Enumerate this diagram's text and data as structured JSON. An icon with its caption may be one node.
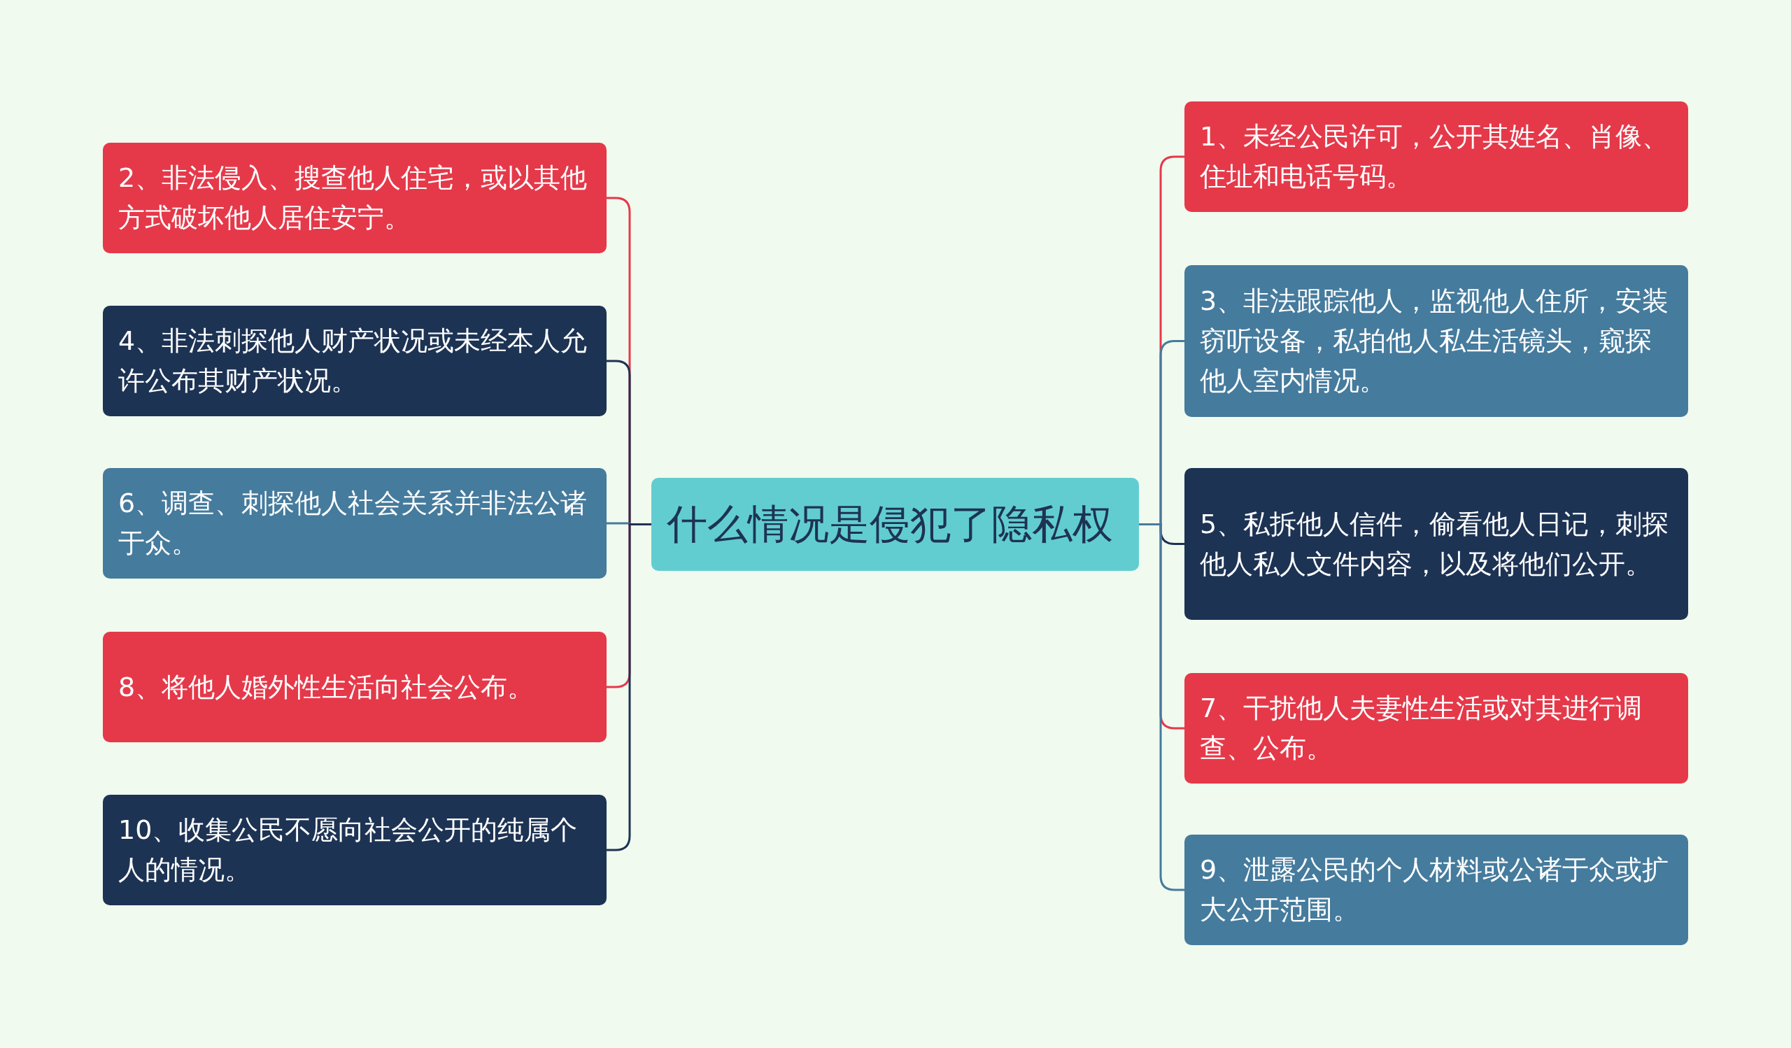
{
  "diagram": {
    "nodes": [
      {
        "text": [
          "什么情况是侵犯了隐私权"
        ]
      },
      {
        "text": [
          "2、非法侵入、搜查他人住宅，或以其他方式破坏他人居住安宁。"
        ]
      },
      {
        "text": [
          "4、非法刺探他人财产状况或未经本人允许公布其财产状况。"
        ]
      },
      {
        "text": [
          "6、调查、刺探他人社会关系并非法公诸于众。"
        ]
      },
      {
        "text": [
          "8、将他人婚外性生活向社会公布。"
        ]
      },
      {
        "text": [
          "10、收集公民不愿向社会公开的纯属个人的情况。"
        ]
      },
      {
        "text": [
          "1、未经公民许可，公开其姓名、肖像、住址和电话号码。"
        ]
      },
      {
        "text": [
          "3、非法跟踪他人，监视他人住所，安装窃听设备，私拍他人私生活镜头，窥探他人室内情况。"
        ]
      },
      {
        "text": [
          "5、私拆他人信件，偷看他人日记，刺探他人私人文件内容，以及将他们公开。"
        ]
      },
      {
        "text": [
          "7、干扰他人夫妻性生活或对其进行调查、公布。"
        ]
      },
      {
        "text": [
          "9、泄露公民的个人材料或公诸于众或扩大公开范围。"
        ]
      }
    ],
    "edges": [
      {
        "from": 0,
        "to": 1,
        "arrow": "none"
      },
      {
        "from": 0,
        "to": 2,
        "arrow": "none",
        "color": "#1d3354"
      },
      {
        "from": 0,
        "to": 3,
        "arrow": "none",
        "color": "#457b9d"
      },
      {
        "from": 0,
        "to": 4,
        "arrow": "none"
      },
      {
        "from": 0,
        "to": 5,
        "arrow": "none",
        "color": "#1d3354"
      },
      {
        "from": 0,
        "to": 6,
        "arrow": "none"
      },
      {
        "from": 0,
        "to": 7,
        "arrow": "none",
        "color": "#457b9d"
      },
      {
        "from": 0,
        "to": 8,
        "arrow": "none",
        "color": "#1d3354"
      },
      {
        "from": 0,
        "to": 9,
        "arrow": "none"
      },
      {
        "from": 0,
        "to": 10,
        "arrow": "none",
        "color": "#457b9d"
      }
    ]
  }
}
